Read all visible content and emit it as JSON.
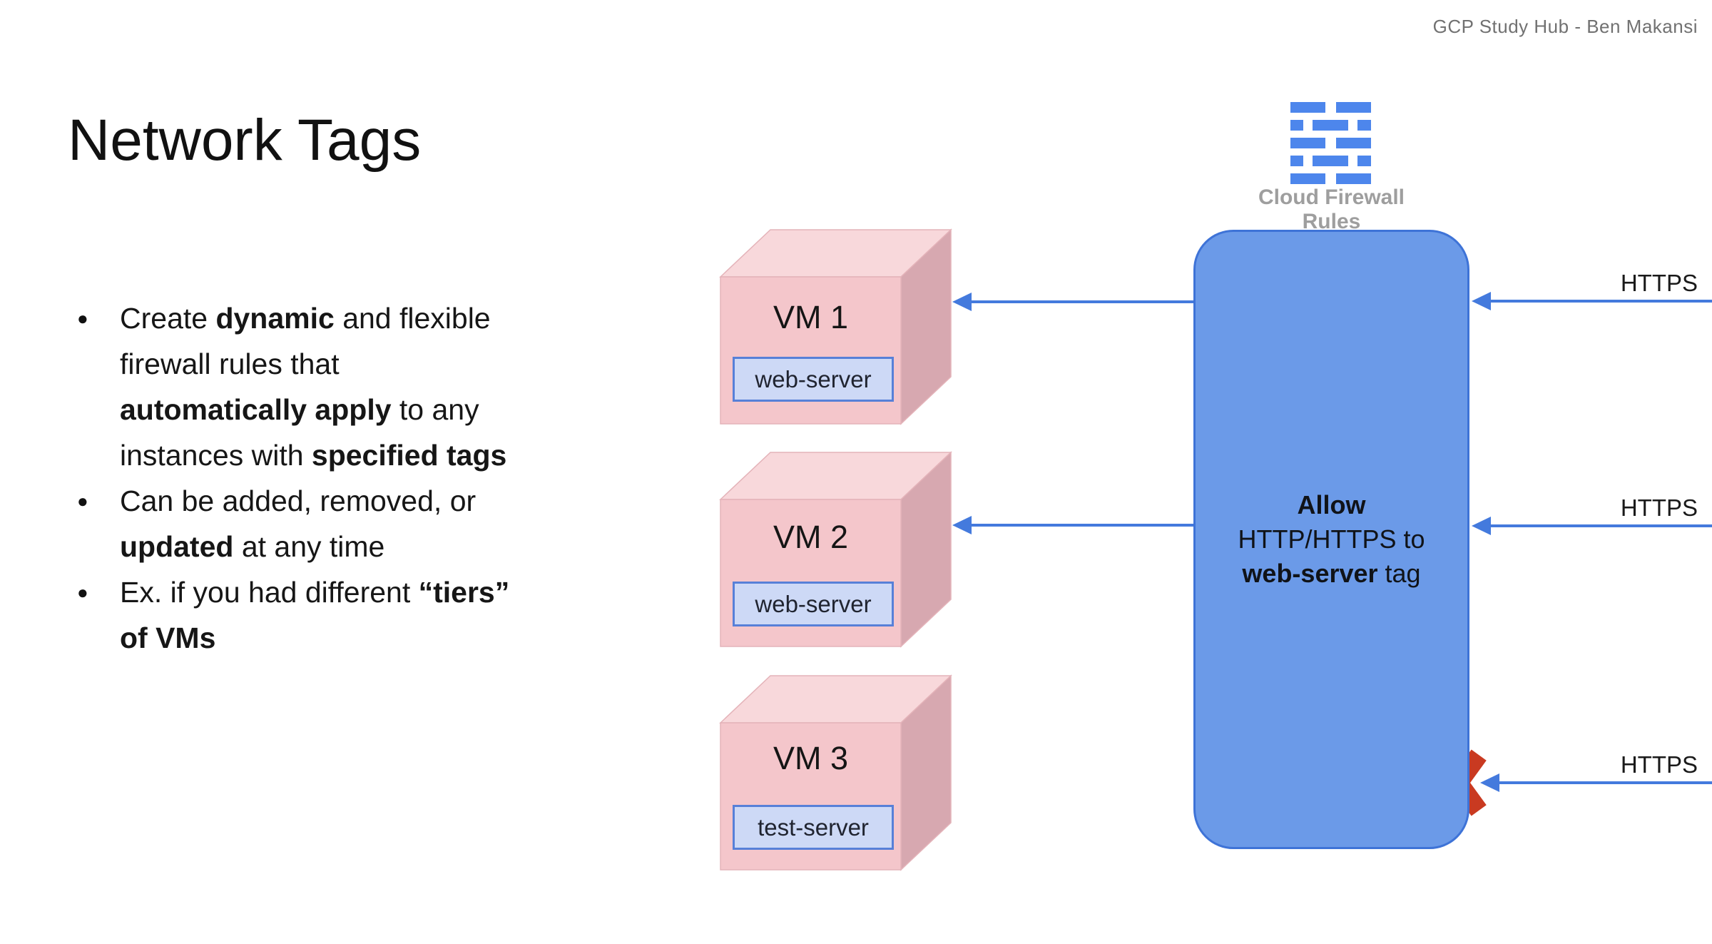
{
  "slide": {
    "credit": "GCP Study Hub - Ben Makansi",
    "title": "Network Tags",
    "background": "#ffffff"
  },
  "bullets": [
    {
      "lines": [
        [
          {
            "text": "Create ",
            "bold": false
          },
          {
            "text": "dynamic",
            "bold": true
          },
          {
            "text": " and flexible",
            "bold": false
          }
        ],
        [
          {
            "text": "firewall rules that",
            "bold": false
          }
        ],
        [
          {
            "text": "automatically apply",
            "bold": true
          },
          {
            "text": " to any",
            "bold": false
          }
        ],
        [
          {
            "text": "instances with ",
            "bold": false
          },
          {
            "text": "specified tags",
            "bold": true
          }
        ]
      ]
    },
    {
      "lines": [
        [
          {
            "text": "Can be added, removed, or",
            "bold": false
          }
        ],
        [
          {
            "text": "updated",
            "bold": true
          },
          {
            "text": " at any time",
            "bold": false
          }
        ]
      ]
    },
    {
      "lines": [
        [
          {
            "text": "Ex. if you had different ",
            "bold": false
          },
          {
            "text": "“tiers”",
            "bold": true
          }
        ],
        [
          {
            "text": "of VMs",
            "bold": true
          }
        ]
      ]
    }
  ],
  "diagram": {
    "vms": [
      {
        "label": "VM 1",
        "tag": "web-server"
      },
      {
        "label": "VM 2",
        "tag": "web-server"
      },
      {
        "label": "VM 3",
        "tag": "test-server"
      }
    ],
    "firewall_icon": {
      "name": "cloud-firewall-rules-icon",
      "caption_line1": "Cloud Firewall",
      "caption_line2": "Rules"
    },
    "firewall_box": {
      "lines": [
        [
          {
            "text": "Allow",
            "bold": true
          }
        ],
        [
          {
            "text": "HTTP/HTTPS to",
            "bold": false
          }
        ],
        [
          {
            "text": "web-server",
            "bold": true
          },
          {
            "text": " tag",
            "bold": false
          }
        ]
      ]
    },
    "https_labels": [
      "HTTPS",
      "HTTPS",
      "HTTPS"
    ],
    "blocked": {
      "name": "blocked-x-icon"
    },
    "colors": {
      "firewall_box_fill": "#6b9ae8",
      "firewall_box_border": "#3e73d7",
      "arrow_blue": "#447add",
      "icon_blue": "#4d86ec",
      "tag_fill": "#cdd9f6",
      "tag_border": "#5780d8",
      "vm_front_pink": "#f4c6cb",
      "vm_top_pink": "#f8d8db",
      "vm_side_pink": "#d7a8b0",
      "blocked_red": "#c93a21",
      "caption_gray": "#9e9e9e",
      "credit_gray": "#717171"
    }
  }
}
